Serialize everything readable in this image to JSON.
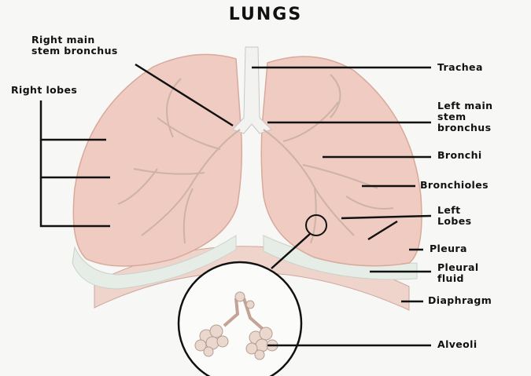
{
  "title": "LUNGS",
  "labels": {
    "right_main_stem_bronchus": "Right main\nstem bronchus",
    "right_lobes": "Right lobes",
    "trachea": "Trachea",
    "left_main_stem_bronchus": "Left main\nstem\nbronchus",
    "bronchi": "Bronchi",
    "bronchioles": "Bronchioles",
    "left_lobes": "Left\nLobes",
    "pleura": "Pleura",
    "pleural_fluid": "Pleural\nfluid",
    "diaphragm": "Diaphragm",
    "alveoli": "Alveoli"
  },
  "colors": {
    "lung": "#efcbc1",
    "lung_edge": "#d9a99b",
    "pleura": "#e8eee8",
    "diaphragm": "#efd4cc",
    "line": "#111111"
  }
}
